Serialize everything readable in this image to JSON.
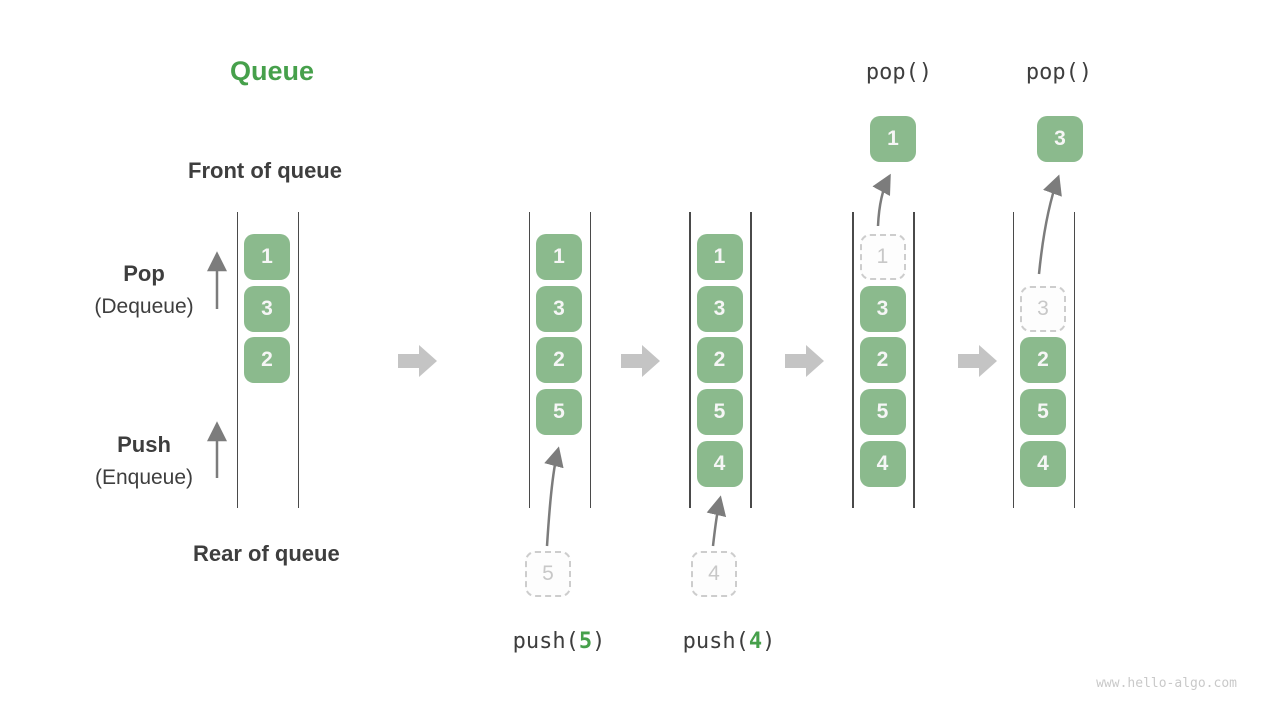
{
  "title": "Queue",
  "labels": {
    "front": "Front of queue",
    "rear": "Rear of queue",
    "pop": "Pop",
    "pop_sub": "(Dequeue)",
    "push": "Push",
    "push_sub": "(Enqueue)"
  },
  "watermark": "www.hello-algo.com",
  "colors": {
    "green_box": "#8bba8d",
    "green_accent": "#46a04b",
    "text_dark": "#3e3e3e",
    "wall_line": "#4a4a4a",
    "block_arrow": "#c4c4c4",
    "thin_arrow": "#7c7c7c",
    "ghost_border": "#cdcdcd",
    "ghost_text": "#c8c8c8",
    "watermark": "#c9c9c9"
  },
  "states": [
    {
      "slots": [
        {
          "value": "1",
          "style": "solid"
        },
        {
          "value": "3",
          "style": "solid"
        },
        {
          "value": "2",
          "style": "solid"
        }
      ]
    },
    {
      "slots": [
        {
          "value": "1",
          "style": "solid"
        },
        {
          "value": "3",
          "style": "solid"
        },
        {
          "value": "2",
          "style": "solid"
        },
        {
          "value": "5",
          "style": "solid"
        }
      ],
      "pushed": {
        "value": "5",
        "op_prefix": "push(",
        "op_arg": "5",
        "op_suffix": ")"
      }
    },
    {
      "slots": [
        {
          "value": "1",
          "style": "solid"
        },
        {
          "value": "3",
          "style": "solid"
        },
        {
          "value": "2",
          "style": "solid"
        },
        {
          "value": "5",
          "style": "solid"
        },
        {
          "value": "4",
          "style": "solid"
        }
      ],
      "pushed": {
        "value": "4",
        "op_prefix": "push(",
        "op_arg": "4",
        "op_suffix": ")"
      }
    },
    {
      "slots": [
        {
          "value": "1",
          "style": "ghost"
        },
        {
          "value": "3",
          "style": "solid"
        },
        {
          "value": "2",
          "style": "solid"
        },
        {
          "value": "5",
          "style": "solid"
        },
        {
          "value": "4",
          "style": "solid"
        }
      ],
      "popped": {
        "value": "1",
        "op": "pop()"
      }
    },
    {
      "slots": [
        {
          "style": "empty"
        },
        {
          "value": "3",
          "style": "ghost"
        },
        {
          "value": "2",
          "style": "solid"
        },
        {
          "value": "5",
          "style": "solid"
        },
        {
          "value": "4",
          "style": "solid"
        }
      ],
      "popped": {
        "value": "3",
        "op": "pop()"
      }
    }
  ]
}
